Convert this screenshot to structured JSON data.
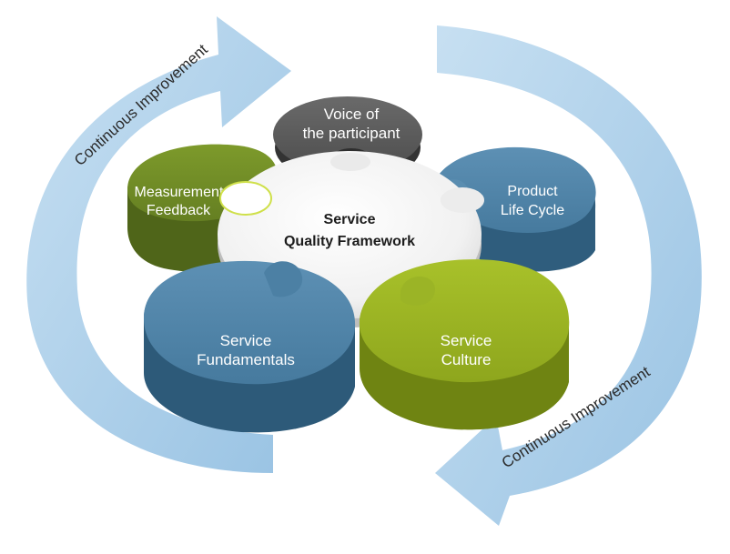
{
  "center": {
    "line1": "Service",
    "line2": "Quality Framework"
  },
  "pieces": {
    "voice": {
      "line1": "Voice of",
      "line2": "the participant"
    },
    "measurement": {
      "line1": "Measurement &",
      "line2": "Feedback"
    },
    "product": {
      "line1": "Product",
      "line2": "Life Cycle"
    },
    "fundamentals": {
      "line1": "Service",
      "line2": "Fundamentals"
    },
    "culture": {
      "line1": "Service",
      "line2": "Culture"
    }
  },
  "arrows": {
    "top_left_label": "Continuous Improvement",
    "bottom_right_label": "Continuous Improvement"
  },
  "colors": {
    "blue": "#4a7fa3",
    "green": "#95ad1f",
    "olive": "#6f8a26",
    "gray": "#5a5a5a",
    "arrow": "#a9cde8"
  }
}
